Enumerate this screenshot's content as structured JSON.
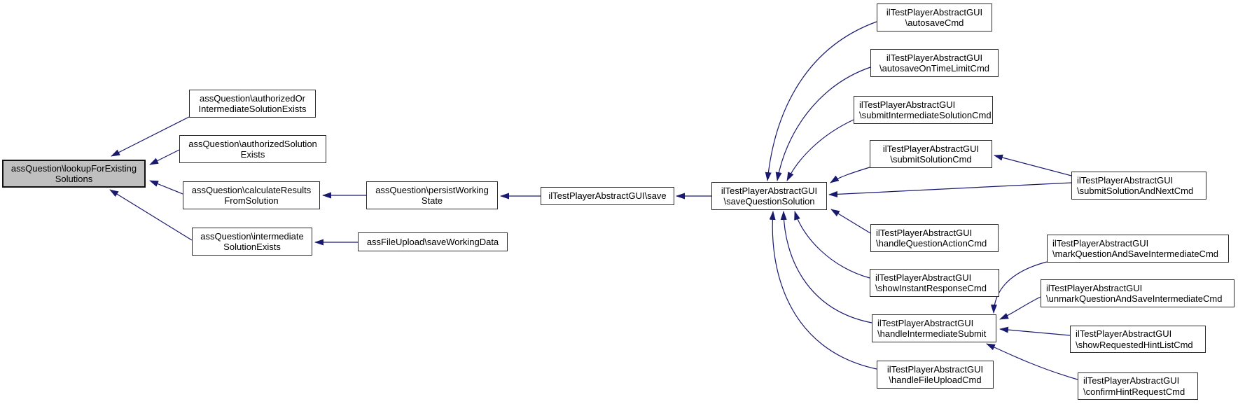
{
  "graph": {
    "type": "caller-graph",
    "colors": {
      "edge": "#191970",
      "node_fill": "#ffffff",
      "node_border": "#2b2b2b",
      "highlight_fill": "#bfbfbf",
      "text": "#000000",
      "background": "#ffffff"
    },
    "nodes": [
      {
        "id": "assQuestion-lookupForExistingSolutions",
        "lines": [
          "assQuestion\\lookupForExisting",
          "Solutions"
        ],
        "highlighted": true
      },
      {
        "id": "assQuestion-authorizedOrIntermediateSolutionExists",
        "lines": [
          "assQuestion\\authorizedOr",
          "IntermediateSolutionExists"
        ],
        "highlighted": false
      },
      {
        "id": "assQuestion-authorizedSolutionExists",
        "lines": [
          "assQuestion\\authorizedSolution",
          "Exists"
        ],
        "highlighted": false
      },
      {
        "id": "assQuestion-calculateResultsFromSolution",
        "lines": [
          "assQuestion\\calculateResults",
          "FromSolution"
        ],
        "highlighted": false
      },
      {
        "id": "assQuestion-intermediateSolutionExists",
        "lines": [
          "assQuestion\\intermediate",
          "SolutionExists"
        ],
        "highlighted": false
      },
      {
        "id": "assQuestion-persistWorkingState",
        "lines": [
          "assQuestion\\persistWorking",
          "State"
        ],
        "highlighted": false
      },
      {
        "id": "assFileUpload-saveWorkingData",
        "lines": [
          "assFileUpload\\saveWorkingData"
        ],
        "highlighted": false
      },
      {
        "id": "ilTestPlayerAbstractGUI-save",
        "lines": [
          "ilTestPlayerAbstractGUI\\save"
        ],
        "highlighted": false
      },
      {
        "id": "ilTestPlayerAbstractGUI-saveQuestionSolution",
        "lines": [
          "ilTestPlayerAbstractGUI",
          "\\saveQuestionSolution"
        ],
        "highlighted": false
      },
      {
        "id": "ilTestPlayerAbstractGUI-autosaveCmd",
        "lines": [
          "ilTestPlayerAbstractGUI",
          "\\autosaveCmd"
        ],
        "highlighted": false
      },
      {
        "id": "ilTestPlayerAbstractGUI-autosaveOnTimeLimitCmd",
        "lines": [
          "ilTestPlayerAbstractGUI",
          "\\autosaveOnTimeLimitCmd"
        ],
        "highlighted": false
      },
      {
        "id": "ilTestPlayerAbstractGUI-submitIntermediateSolutionCmd",
        "lines": [
          "ilTestPlayerAbstractGUI",
          "\\submitIntermediateSolutionCmd"
        ],
        "highlighted": false
      },
      {
        "id": "ilTestPlayerAbstractGUI-submitSolutionCmd",
        "lines": [
          "ilTestPlayerAbstractGUI",
          "\\submitSolutionCmd"
        ],
        "highlighted": false
      },
      {
        "id": "ilTestPlayerAbstractGUI-submitSolutionAndNextCmd",
        "lines": [
          "ilTestPlayerAbstractGUI",
          "\\submitSolutionAndNextCmd"
        ],
        "highlighted": false
      },
      {
        "id": "ilTestPlayerAbstractGUI-handleQuestionActionCmd",
        "lines": [
          "ilTestPlayerAbstractGUI",
          "\\handleQuestionActionCmd"
        ],
        "highlighted": false
      },
      {
        "id": "ilTestPlayerAbstractGUI-showInstantResponseCmd",
        "lines": [
          "ilTestPlayerAbstractGUI",
          "\\showInstantResponseCmd"
        ],
        "highlighted": false
      },
      {
        "id": "ilTestPlayerAbstractGUI-markQuestionAndSaveIntermediateCmd",
        "lines": [
          "ilTestPlayerAbstractGUI",
          "\\markQuestionAndSaveIntermediateCmd"
        ],
        "highlighted": false
      },
      {
        "id": "ilTestPlayerAbstractGUI-unmarkQuestionAndSaveIntermediateCmd",
        "lines": [
          "ilTestPlayerAbstractGUI",
          "\\unmarkQuestionAndSaveIntermediateCmd"
        ],
        "highlighted": false
      },
      {
        "id": "ilTestPlayerAbstractGUI-handleIntermediateSubmit",
        "lines": [
          "ilTestPlayerAbstractGUI",
          "\\handleIntermediateSubmit"
        ],
        "highlighted": false
      },
      {
        "id": "ilTestPlayerAbstractGUI-showRequestedHintListCmd",
        "lines": [
          "ilTestPlayerAbstractGUI",
          "\\showRequestedHintListCmd"
        ],
        "highlighted": false
      },
      {
        "id": "ilTestPlayerAbstractGUI-handleFileUploadCmd",
        "lines": [
          "ilTestPlayerAbstractGUI",
          "\\handleFileUploadCmd"
        ],
        "highlighted": false
      },
      {
        "id": "ilTestPlayerAbstractGUI-confirmHintRequestCmd",
        "lines": [
          "ilTestPlayerAbstractGUI",
          "\\confirmHintRequestCmd"
        ],
        "highlighted": false
      }
    ],
    "edges": [
      {
        "from": "assQuestion-authorizedOrIntermediateSolutionExists",
        "to": "assQuestion-lookupForExistingSolutions"
      },
      {
        "from": "assQuestion-authorizedSolutionExists",
        "to": "assQuestion-lookupForExistingSolutions"
      },
      {
        "from": "assQuestion-calculateResultsFromSolution",
        "to": "assQuestion-lookupForExistingSolutions"
      },
      {
        "from": "assQuestion-intermediateSolutionExists",
        "to": "assQuestion-lookupForExistingSolutions"
      },
      {
        "from": "assQuestion-persistWorkingState",
        "to": "assQuestion-calculateResultsFromSolution"
      },
      {
        "from": "assFileUpload-saveWorkingData",
        "to": "assQuestion-intermediateSolutionExists"
      },
      {
        "from": "ilTestPlayerAbstractGUI-save",
        "to": "assQuestion-persistWorkingState"
      },
      {
        "from": "ilTestPlayerAbstractGUI-saveQuestionSolution",
        "to": "ilTestPlayerAbstractGUI-save"
      },
      {
        "from": "ilTestPlayerAbstractGUI-autosaveCmd",
        "to": "ilTestPlayerAbstractGUI-saveQuestionSolution"
      },
      {
        "from": "ilTestPlayerAbstractGUI-autosaveOnTimeLimitCmd",
        "to": "ilTestPlayerAbstractGUI-saveQuestionSolution"
      },
      {
        "from": "ilTestPlayerAbstractGUI-submitIntermediateSolutionCmd",
        "to": "ilTestPlayerAbstractGUI-saveQuestionSolution"
      },
      {
        "from": "ilTestPlayerAbstractGUI-submitSolutionCmd",
        "to": "ilTestPlayerAbstractGUI-saveQuestionSolution"
      },
      {
        "from": "ilTestPlayerAbstractGUI-submitSolutionAndNextCmd",
        "to": "ilTestPlayerAbstractGUI-submitSolutionCmd"
      },
      {
        "from": "ilTestPlayerAbstractGUI-submitSolutionAndNextCmd",
        "to": "ilTestPlayerAbstractGUI-saveQuestionSolution"
      },
      {
        "from": "ilTestPlayerAbstractGUI-handleQuestionActionCmd",
        "to": "ilTestPlayerAbstractGUI-saveQuestionSolution"
      },
      {
        "from": "ilTestPlayerAbstractGUI-showInstantResponseCmd",
        "to": "ilTestPlayerAbstractGUI-saveQuestionSolution"
      },
      {
        "from": "ilTestPlayerAbstractGUI-handleIntermediateSubmit",
        "to": "ilTestPlayerAbstractGUI-saveQuestionSolution"
      },
      {
        "from": "ilTestPlayerAbstractGUI-handleFileUploadCmd",
        "to": "ilTestPlayerAbstractGUI-saveQuestionSolution"
      },
      {
        "from": "ilTestPlayerAbstractGUI-markQuestionAndSaveIntermediateCmd",
        "to": "ilTestPlayerAbstractGUI-handleIntermediateSubmit"
      },
      {
        "from": "ilTestPlayerAbstractGUI-unmarkQuestionAndSaveIntermediateCmd",
        "to": "ilTestPlayerAbstractGUI-handleIntermediateSubmit"
      },
      {
        "from": "ilTestPlayerAbstractGUI-showRequestedHintListCmd",
        "to": "ilTestPlayerAbstractGUI-handleIntermediateSubmit"
      },
      {
        "from": "ilTestPlayerAbstractGUI-confirmHintRequestCmd",
        "to": "ilTestPlayerAbstractGUI-handleIntermediateSubmit"
      }
    ]
  }
}
